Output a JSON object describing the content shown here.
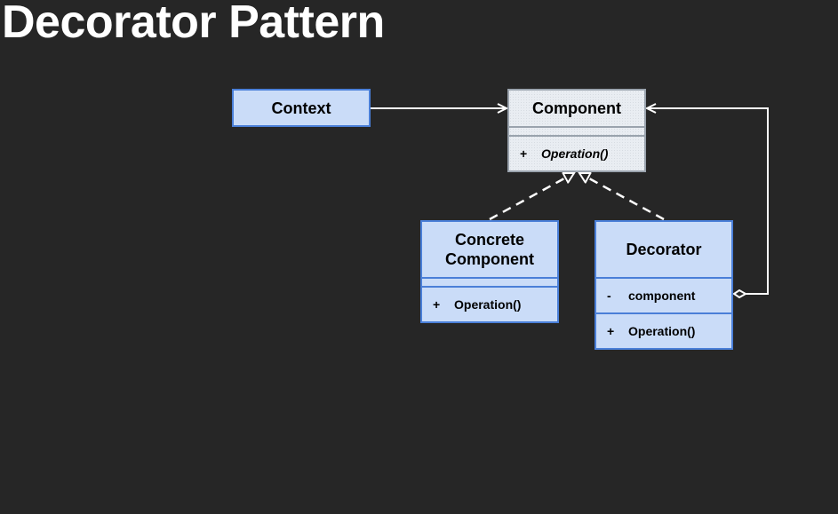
{
  "title": "Decorator Pattern",
  "classes": {
    "context": {
      "name": "Context"
    },
    "component": {
      "name": "Component",
      "method_visibility": "+",
      "method": "Operation()"
    },
    "concrete": {
      "name_line1": "Concrete",
      "name_line2": "Component",
      "method_visibility": "+",
      "method": "Operation()"
    },
    "decorator": {
      "name": "Decorator",
      "field_visibility": "-",
      "field": "component",
      "method_visibility": "+",
      "method": "Operation()"
    }
  },
  "colors": {
    "background": "#262626",
    "box_fill": "#cadcf8",
    "box_border": "#4a7fd8",
    "interface_fill": "#e9edf2",
    "interface_border": "#9aa3ad",
    "edge": "#ffffff"
  }
}
